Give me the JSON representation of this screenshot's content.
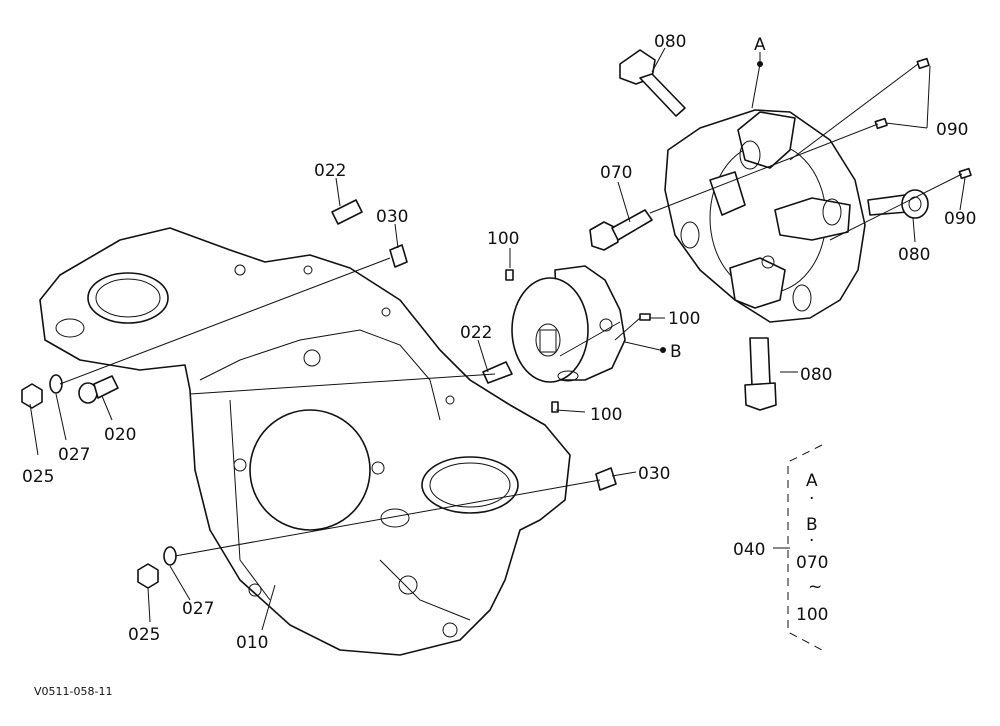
{
  "callouts": {
    "c010": "010",
    "c020": "020",
    "c022a": "022",
    "c022b": "022",
    "c025a": "025",
    "c025b": "025",
    "c027a": "027",
    "c027b": "027",
    "c030a": "030",
    "c030b": "030",
    "c070": "070",
    "c080a": "080",
    "c080b": "080",
    "c080c": "080",
    "c090a": "090",
    "c090b": "090",
    "c100a": "100",
    "c100b": "100",
    "c100c": "100",
    "refA": "A",
    "refB": "B"
  },
  "legend": {
    "label": "040",
    "items": [
      "A",
      "·",
      "B",
      "·",
      "070",
      "~",
      "100"
    ]
  },
  "figure_code": "V0511-058-11"
}
